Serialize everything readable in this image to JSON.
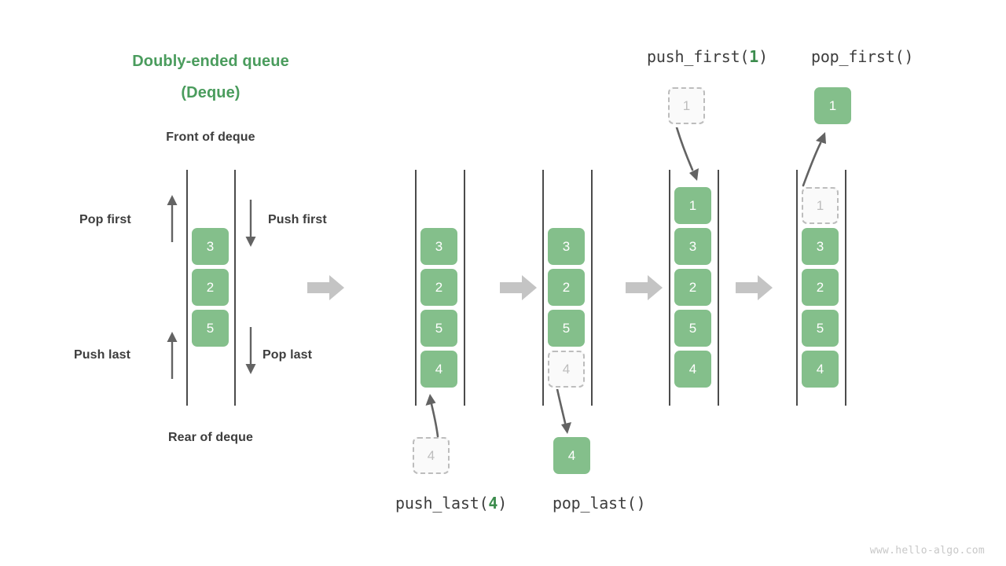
{
  "title": {
    "line1": "Doubly-ended queue",
    "line2": "(Deque)"
  },
  "labels": {
    "front": "Front of deque",
    "rear": "Rear of deque",
    "pop_first": "Pop first",
    "push_first": "Push first",
    "push_last": "Push last",
    "pop_last": "Pop last"
  },
  "captions": {
    "push_first_pre": "push_first(",
    "push_first_arg": "1",
    "push_first_post": ")",
    "pop_first": "pop_first()",
    "push_last_pre": "push_last(",
    "push_last_arg": "4",
    "push_last_post": ")",
    "pop_last": "pop_last()"
  },
  "colors": {
    "accent_green": "#4a9c5d",
    "box_green": "#84bf8b",
    "ghost_border": "#bdbdbd",
    "ghost_fill": "#fafafa",
    "rail": "#4b4b4b",
    "block_arrow": "#c4c4c4",
    "text_dark": "#3d3d3d",
    "watermark": "#c8c8c8"
  },
  "watermark": "www.hello-algo.com",
  "chart_data": {
    "type": "diagram",
    "title": "Doubly-ended queue (Deque)",
    "panels": [
      {
        "name": "overview",
        "items": [
          "3",
          "2",
          "5"
        ],
        "ghost_items": [],
        "annotations": [
          "Pop first",
          "Push first",
          "Push last",
          "Pop last",
          "Front of deque",
          "Rear of deque"
        ]
      },
      {
        "name": "initial",
        "items": [
          "3",
          "2",
          "5",
          "4"
        ],
        "ghost_items": [],
        "caption": "push_last(4)",
        "external_ghost": "4",
        "external_ghost_position": "bottom"
      },
      {
        "name": "after-push-last",
        "items": [
          "3",
          "2",
          "5"
        ],
        "ghost_items": [
          "4"
        ],
        "caption": "pop_last()",
        "external_item": "4",
        "external_item_position": "bottom"
      },
      {
        "name": "after-pop-last",
        "items": [
          "1",
          "3",
          "2",
          "5",
          "4"
        ],
        "ghost_items": [],
        "caption": "push_first(1)",
        "external_ghost": "1",
        "external_ghost_position": "top"
      },
      {
        "name": "after-push-first",
        "items": [
          "3",
          "2",
          "5",
          "4"
        ],
        "ghost_items": [
          "1"
        ],
        "caption": "pop_first()",
        "external_item": "1",
        "external_item_position": "top"
      }
    ]
  },
  "panel1": {
    "boxes": [
      "3",
      "2",
      "5"
    ]
  },
  "panel2": {
    "boxes": [
      "3",
      "2",
      "5",
      "4"
    ],
    "ghost_below": "4"
  },
  "panel3": {
    "boxes": [
      "3",
      "2",
      "5"
    ],
    "ghost_in_rail": "4",
    "popped": "4"
  },
  "panel4": {
    "boxes": [
      "1",
      "3",
      "2",
      "5",
      "4"
    ],
    "ghost_above": "1"
  },
  "panel5": {
    "boxes": [
      "3",
      "2",
      "5",
      "4"
    ],
    "ghost_in_rail": "1",
    "popped": "1"
  }
}
